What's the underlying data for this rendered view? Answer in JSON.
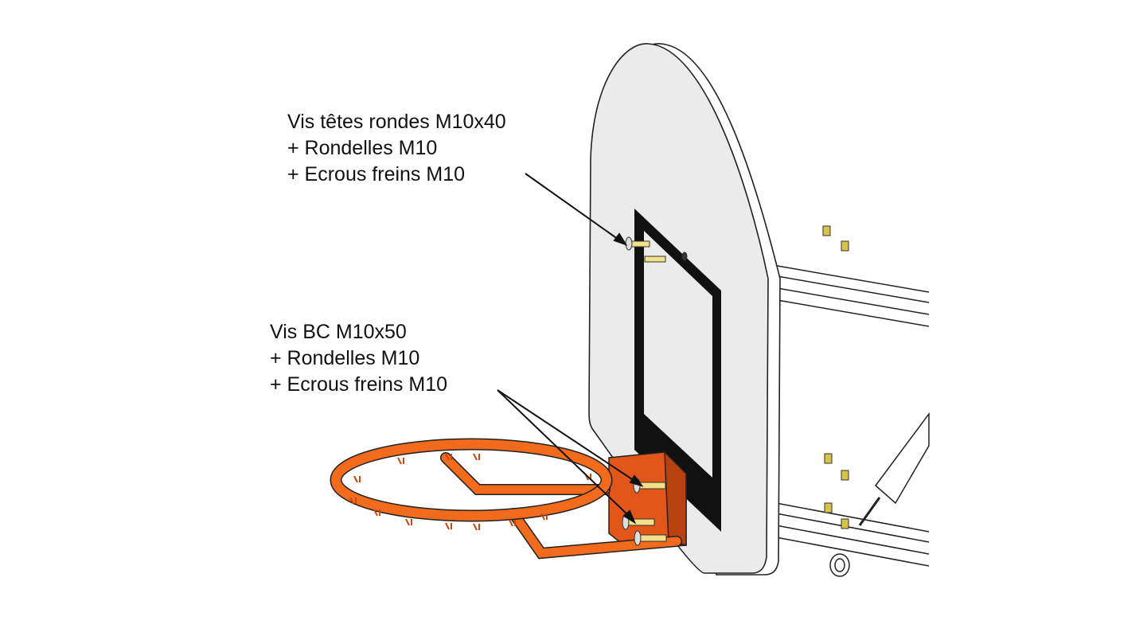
{
  "callouts": {
    "top": {
      "lines": [
        "Vis têtes rondes M10x40",
        "+ Rondelles M10",
        "+ Ecrous freins M10"
      ]
    },
    "bottom": {
      "lines": [
        "Vis BC M10x50",
        "+ Rondelles M10",
        "+ Ecrous freins M10"
      ]
    }
  },
  "colors": {
    "rim": "#f26a1b",
    "backboard": "#ebebeb",
    "target_square": "#111111",
    "bolt": "#f2e08a"
  }
}
